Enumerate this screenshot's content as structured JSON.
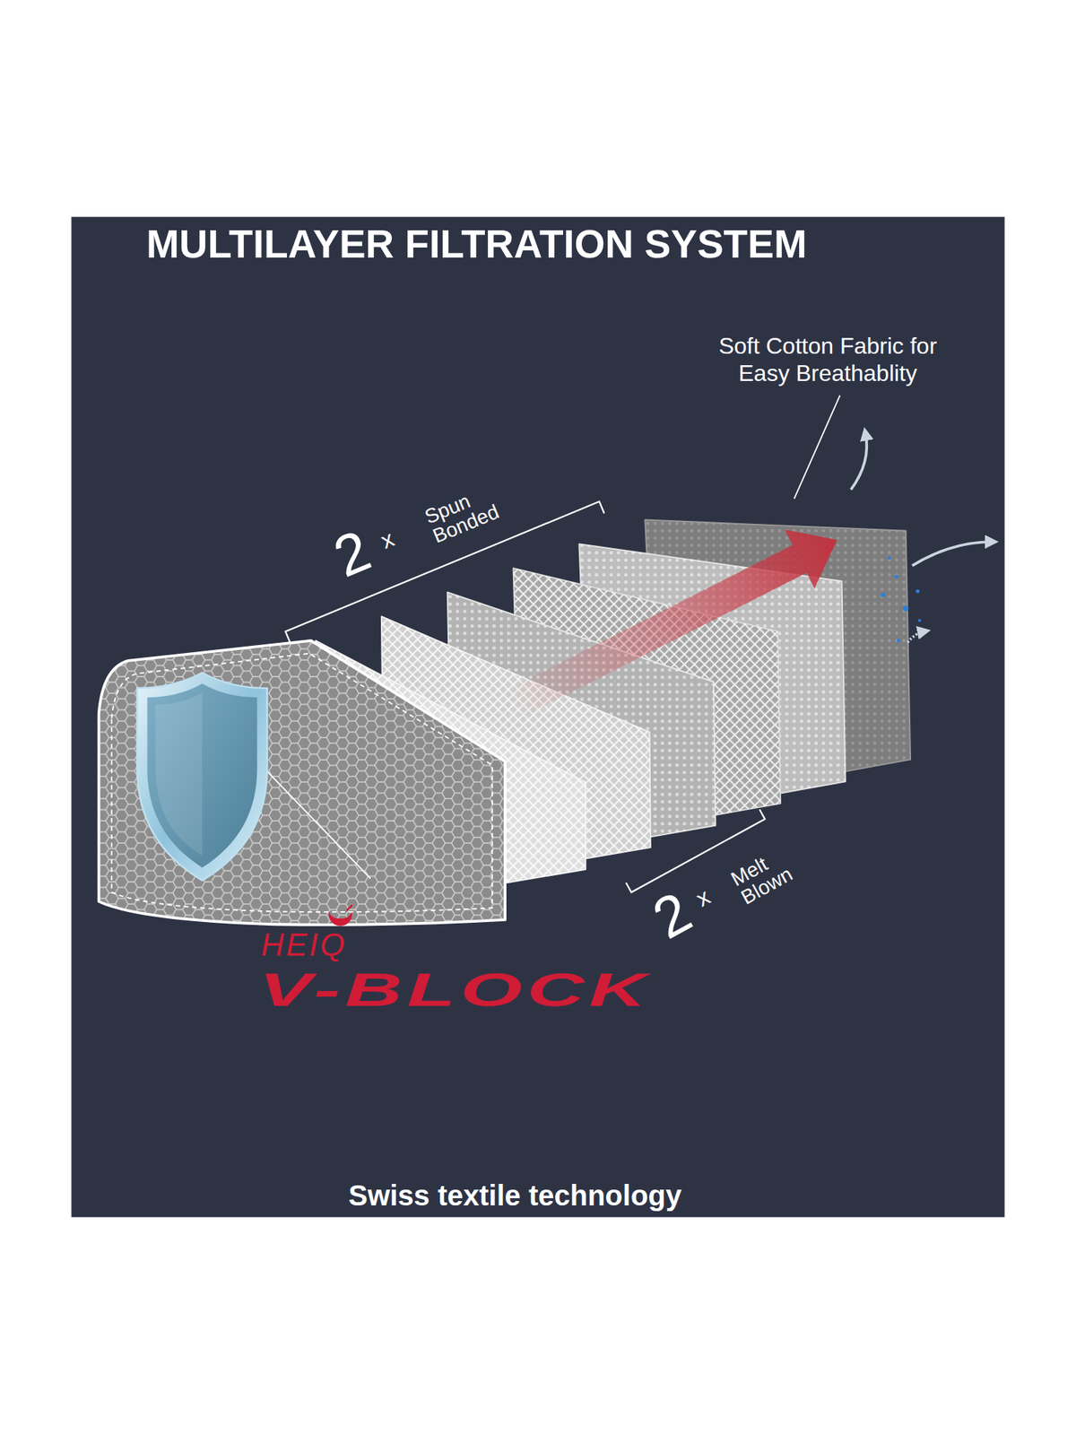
{
  "diagram": {
    "title": "MULTILAYER FILTRATION SYSTEM",
    "labels": [
      "Soft Cotton Fabric for Easy Breathablity",
      "2",
      "x",
      "Spun Bonded",
      "2",
      "x",
      "Melt Blown",
      "HEIQ",
      "V-BLOCK",
      "Swiss textile technology"
    ]
  }
}
